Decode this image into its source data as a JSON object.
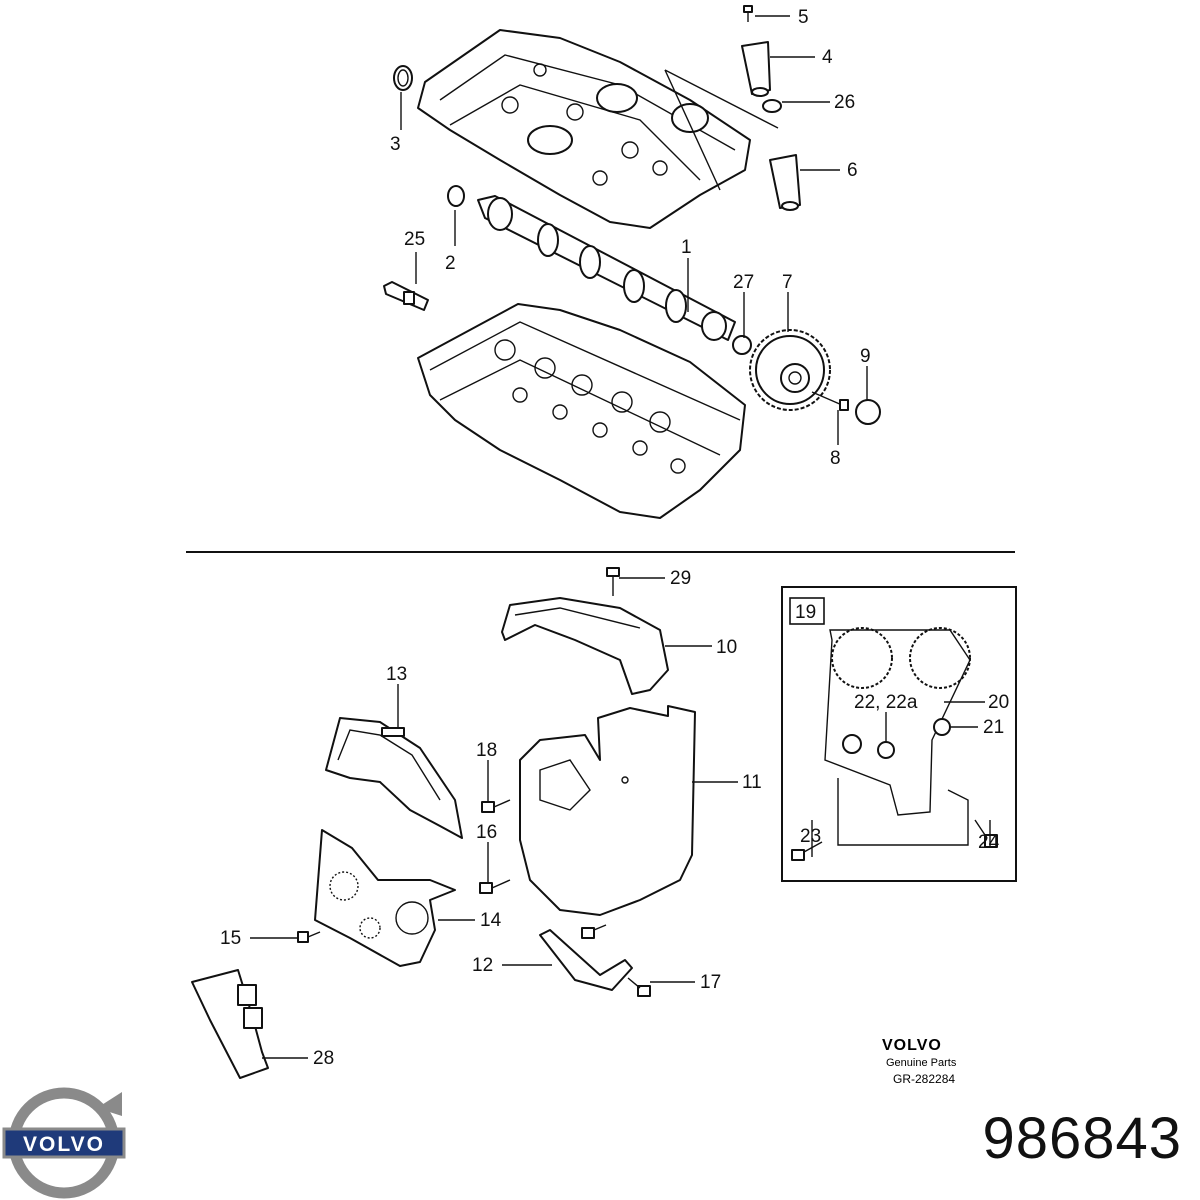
{
  "diagram": {
    "callouts": [
      {
        "id": "5",
        "label": "5"
      },
      {
        "id": "4",
        "label": "4"
      },
      {
        "id": "26",
        "label": "26"
      },
      {
        "id": "3",
        "label": "3"
      },
      {
        "id": "6",
        "label": "6"
      },
      {
        "id": "25",
        "label": "25"
      },
      {
        "id": "2",
        "label": "2"
      },
      {
        "id": "1",
        "label": "1"
      },
      {
        "id": "27",
        "label": "27"
      },
      {
        "id": "7",
        "label": "7"
      },
      {
        "id": "9",
        "label": "9"
      },
      {
        "id": "8",
        "label": "8"
      },
      {
        "id": "29",
        "label": "29"
      },
      {
        "id": "10",
        "label": "10"
      },
      {
        "id": "13",
        "label": "13"
      },
      {
        "id": "18",
        "label": "18"
      },
      {
        "id": "11",
        "label": "11"
      },
      {
        "id": "16",
        "label": "16"
      },
      {
        "id": "14",
        "label": "14"
      },
      {
        "id": "15",
        "label": "15"
      },
      {
        "id": "12",
        "label": "12"
      },
      {
        "id": "17",
        "label": "17"
      },
      {
        "id": "28",
        "label": "28"
      },
      {
        "id": "19",
        "label": "19"
      },
      {
        "id": "22",
        "label": "22, 22a"
      },
      {
        "id": "20",
        "label": "20"
      },
      {
        "id": "21",
        "label": "21"
      },
      {
        "id": "23",
        "label": "23"
      },
      {
        "id": "24",
        "label": "24"
      }
    ]
  },
  "footer": {
    "brand": "VOLVO",
    "subtitle": "Genuine Parts",
    "ref": "GR-282284"
  },
  "logo": {
    "text": "VOLVO",
    "ring_color": "#8a8a8a",
    "band_color": "#1f3a7a"
  },
  "part_number": "986843"
}
